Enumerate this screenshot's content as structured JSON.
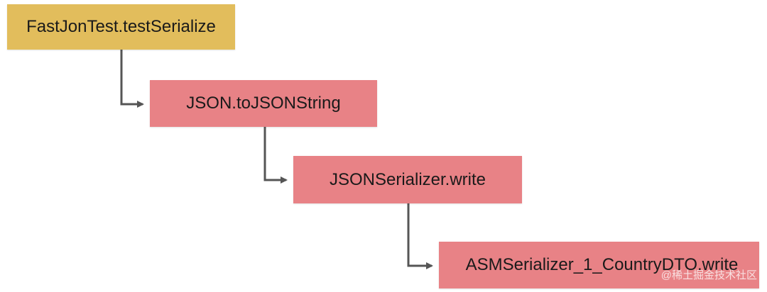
{
  "diagram": {
    "nodes": [
      {
        "label": "FastJonTest.testSerialize",
        "color": "#e2bd5c"
      },
      {
        "label": "JSON.toJSONString",
        "color": "#e88286"
      },
      {
        "label": "JSONSerializer.write",
        "color": "#e88286"
      },
      {
        "label": "ASMSerializer_1_CountryDTO.write",
        "color": "#e88286"
      }
    ],
    "edges": [
      {
        "from": "FastJonTest.testSerialize",
        "to": "JSON.toJSONString"
      },
      {
        "from": "JSON.toJSONString",
        "to": "JSONSerializer.write"
      },
      {
        "from": "JSONSerializer.write",
        "to": "ASMSerializer_1_CountryDTO.write"
      }
    ],
    "connector_color": "#555555"
  },
  "watermark": "@稀土掘金技术社区"
}
